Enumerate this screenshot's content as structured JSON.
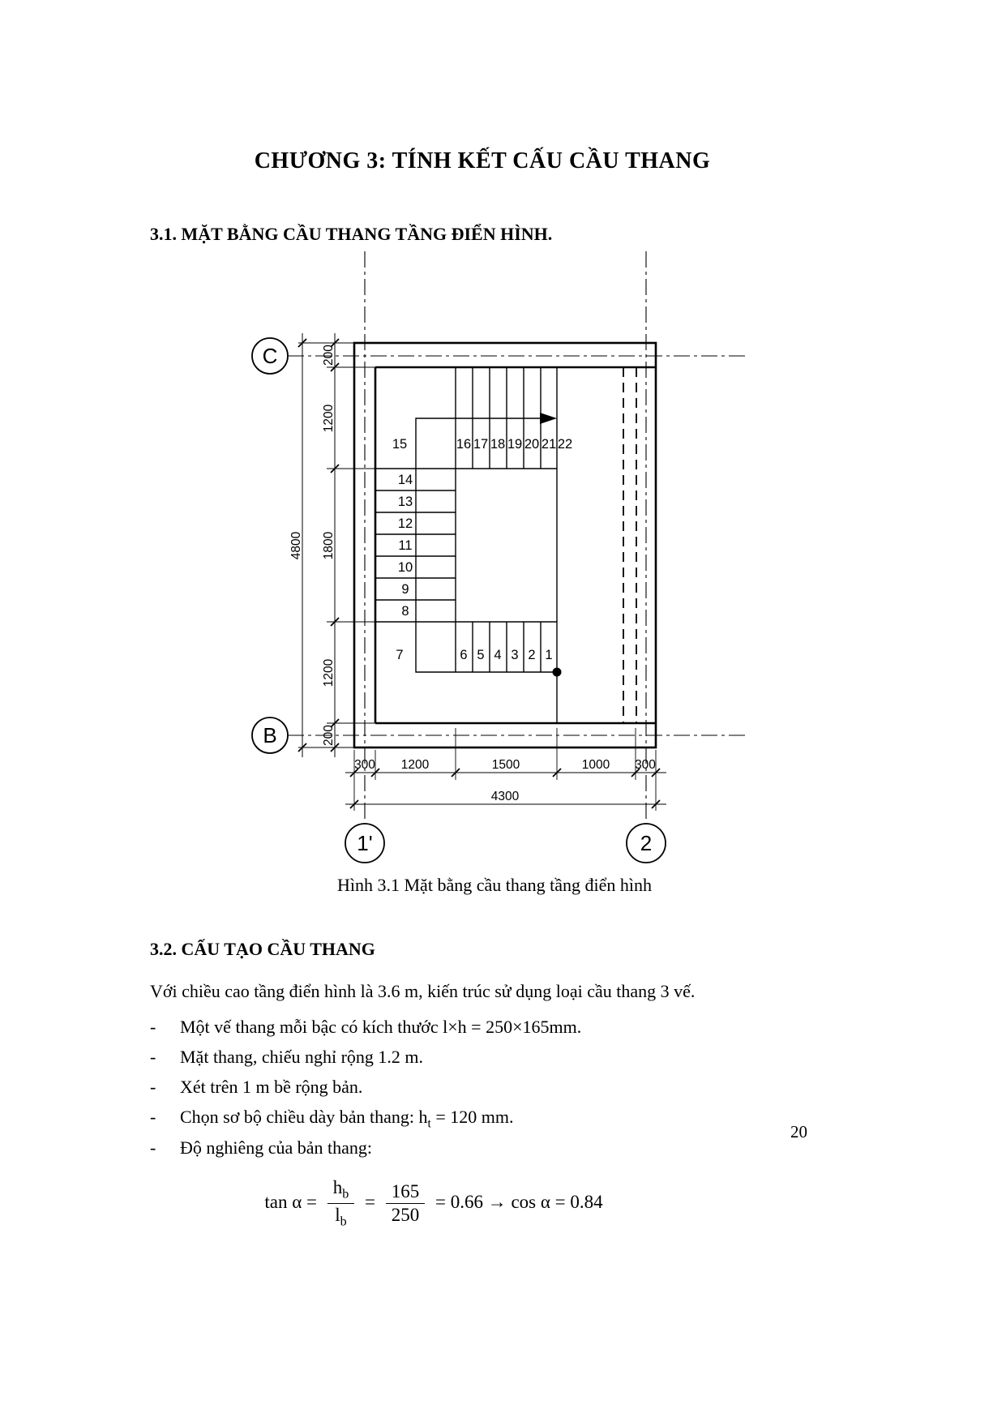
{
  "title": "CHƯƠNG 3: TÍNH KẾT CẤU CẦU THANG",
  "section31": "3.1. MẶT BẰNG CẦU THANG TẦNG ĐIỂN HÌNH.",
  "figure_caption": "Hình 3.1 Mặt bằng cầu thang tầng điển hình",
  "section32": "3.2. CẤU TẠO CẦU THANG",
  "intro": "Với chiều cao tầng điển hình là 3.6 m, kiến trúc sử dụng loại cầu thang 3 vế.",
  "bullet_dash": "-",
  "bullets": {
    "b1": "Một vế thang mỗi bậc có kích thước l×h = 250×165mm.",
    "b2": "Mặt thang, chiếu nghỉ rộng 1.2 m.",
    "b3": "Xét trên 1 m bề rộng bản.",
    "b4_pre": "Chọn sơ bộ chiều dày bản thang: h",
    "b4_sub": "t",
    "b4_post": " = 120 mm.",
    "b5": "Độ nghiêng của bản thang:"
  },
  "formula": {
    "lhs": "tan α =",
    "num1_base": "h",
    "num1_sub": "b",
    "den1_base": "l",
    "den1_sub": "b",
    "eq": "=",
    "num2": "165",
    "den2": "250",
    "rhs": "= 0.66 → cos α = 0.84"
  },
  "page_number": "20",
  "drawing": {
    "grid_labels": {
      "c": "C",
      "b": "B",
      "axis1": "1'",
      "axis2": "2"
    },
    "nums": [
      "1",
      "2",
      "3",
      "4",
      "5",
      "6",
      "7",
      "8",
      "9",
      "10",
      "11",
      "12",
      "13",
      "14",
      "15",
      "16",
      "17",
      "18",
      "19",
      "20",
      "21",
      "22"
    ],
    "dims_left": [
      "200",
      "1200",
      "1800",
      "1200",
      "200"
    ],
    "dim_left_total": "4800",
    "dims_bottom": [
      "300",
      "1200",
      "1500",
      "1000",
      "300"
    ],
    "dim_bottom_total": "4300"
  }
}
